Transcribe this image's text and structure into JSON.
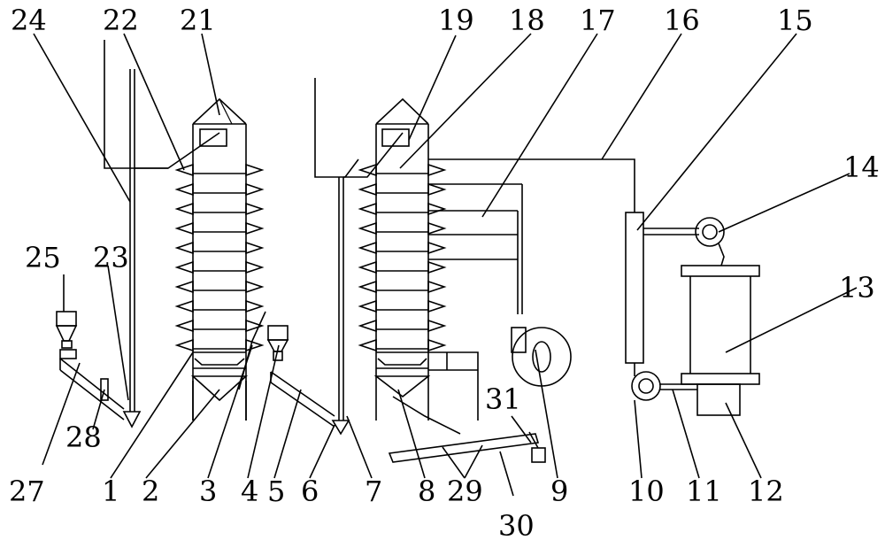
{
  "labels": [
    "1",
    "2",
    "3",
    "4",
    "5",
    "6",
    "7",
    "8",
    "9",
    "10",
    "11",
    "12",
    "13",
    "14",
    "15",
    "16",
    "17",
    "18",
    "19",
    "21",
    "22",
    "23",
    "24",
    "25",
    "27",
    "28",
    "29",
    "30",
    "31"
  ]
}
